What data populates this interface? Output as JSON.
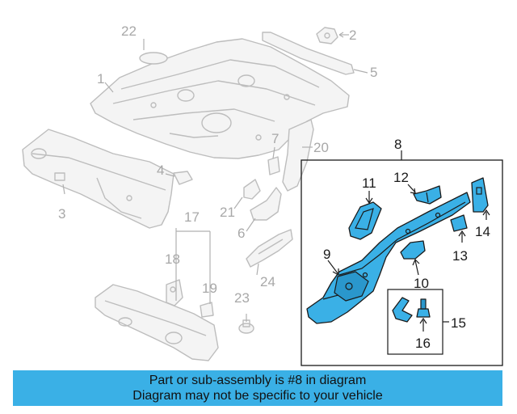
{
  "callouts": {
    "n1": "1",
    "n2": "2",
    "n3": "3",
    "n4": "4",
    "n5": "5",
    "n6": "6",
    "n7": "7",
    "n8": "8",
    "n9": "9",
    "n10": "10",
    "n11": "11",
    "n12": "12",
    "n13": "13",
    "n14": "14",
    "n15": "15",
    "n16": "16",
    "n17": "17",
    "n18": "18",
    "n19": "19",
    "n20": "20",
    "n21": "21",
    "n22": "22",
    "n23": "23",
    "n24": "24"
  },
  "footer": {
    "line1": "Part or sub-assembly is #8 in diagram",
    "line2": "Diagram may not be specific to your vehicle"
  },
  "colors": {
    "highlight": "#3ab0e6",
    "banner": "#3ab0e6",
    "ghost": "#bdbdbd"
  }
}
